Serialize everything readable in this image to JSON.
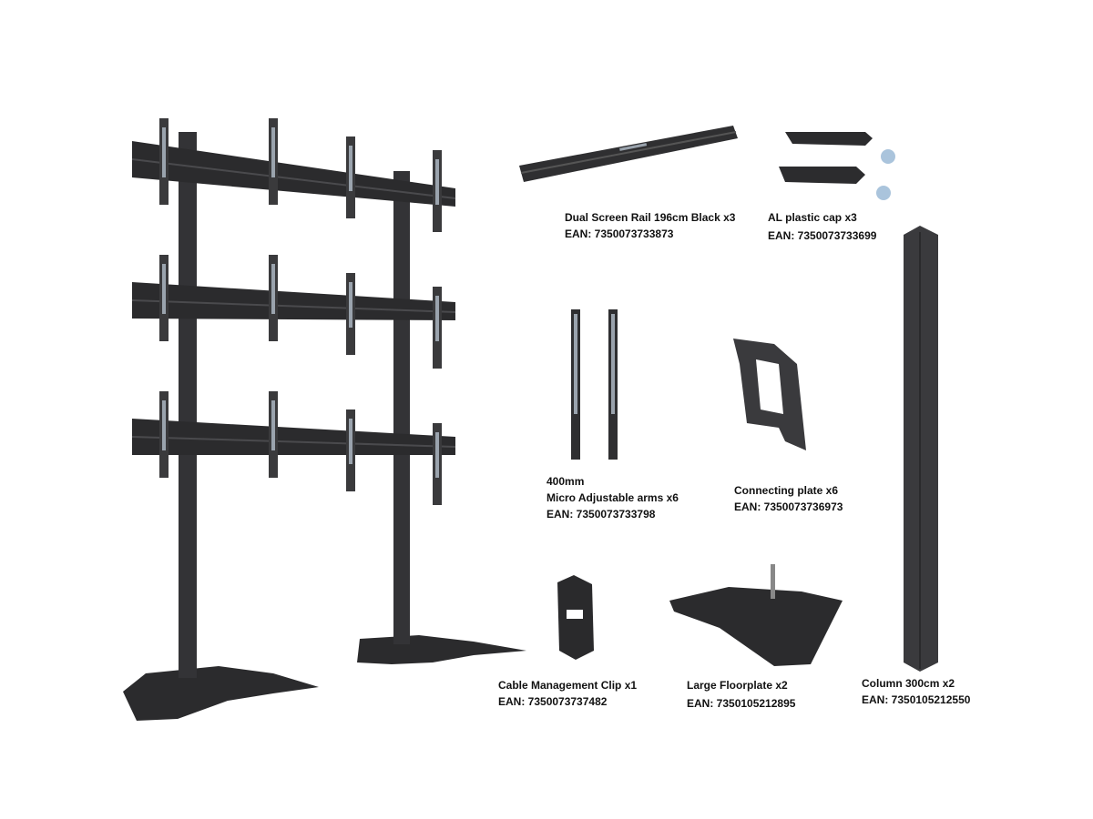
{
  "colors": {
    "metal": "#2b2b2d",
    "metal_light": "#4a4a4d",
    "arm": "#3a3a3c",
    "highlight": "#9aa3ad"
  },
  "parts": [
    {
      "id": "rail",
      "name": "Dual Screen Rail 196cm Black x3",
      "ean": "EAN: 7350073733873"
    },
    {
      "id": "cap",
      "name": "AL plastic cap x3",
      "ean": "EAN: 7350073733699"
    },
    {
      "id": "arms",
      "pre": "400mm",
      "name": "Micro Adjustable arms x6",
      "ean": "EAN: 7350073733798"
    },
    {
      "id": "plate",
      "name": "Connecting plate x6",
      "ean": "EAN: 7350073736973"
    },
    {
      "id": "clip",
      "name": "Cable Management Clip x1",
      "ean": "EAN: 7350073737482"
    },
    {
      "id": "floor",
      "name": "Large Floorplate x2",
      "ean": "EAN: 7350105212895"
    },
    {
      "id": "column",
      "name": "Column 300cm x2",
      "ean": "EAN: 7350105212550"
    }
  ]
}
